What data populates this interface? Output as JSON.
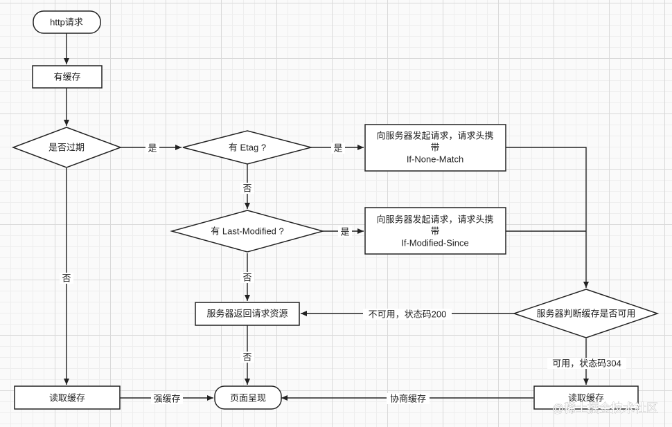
{
  "nodes": {
    "start": "http请求",
    "has_cache": "有缓存",
    "expired": "是否过期",
    "has_etag": "有 Etag ?",
    "req_etag_line1": "向服务器发起请求，请求头携",
    "req_etag_line2": "带",
    "req_etag_line3": "If-None-Match",
    "has_last_modified": "有 Last-Modified ?",
    "req_lm_line1": "向服务器发起请求，请求头携",
    "req_lm_line2": "带",
    "req_lm_line3": "If-Modified-Since",
    "server_judge": "服务器判断缓存是否可用",
    "server_return": "服务器返回请求资源",
    "read_cache_left": "读取缓存",
    "page_render": "页面呈现",
    "read_cache_right": "读取缓存"
  },
  "edges": {
    "expired_yes": "是",
    "etag_yes": "是",
    "etag_no": "否",
    "lm_yes": "是",
    "lm_no": "否",
    "expired_no": "否",
    "return_no": "否",
    "unavailable_200": "不可用，状态码200",
    "available_304": "可用，状态码304",
    "strong_cache": "强缓存",
    "negotiated_cache": "协商缓存"
  },
  "watermark": "@稀土掘金技术社区"
}
